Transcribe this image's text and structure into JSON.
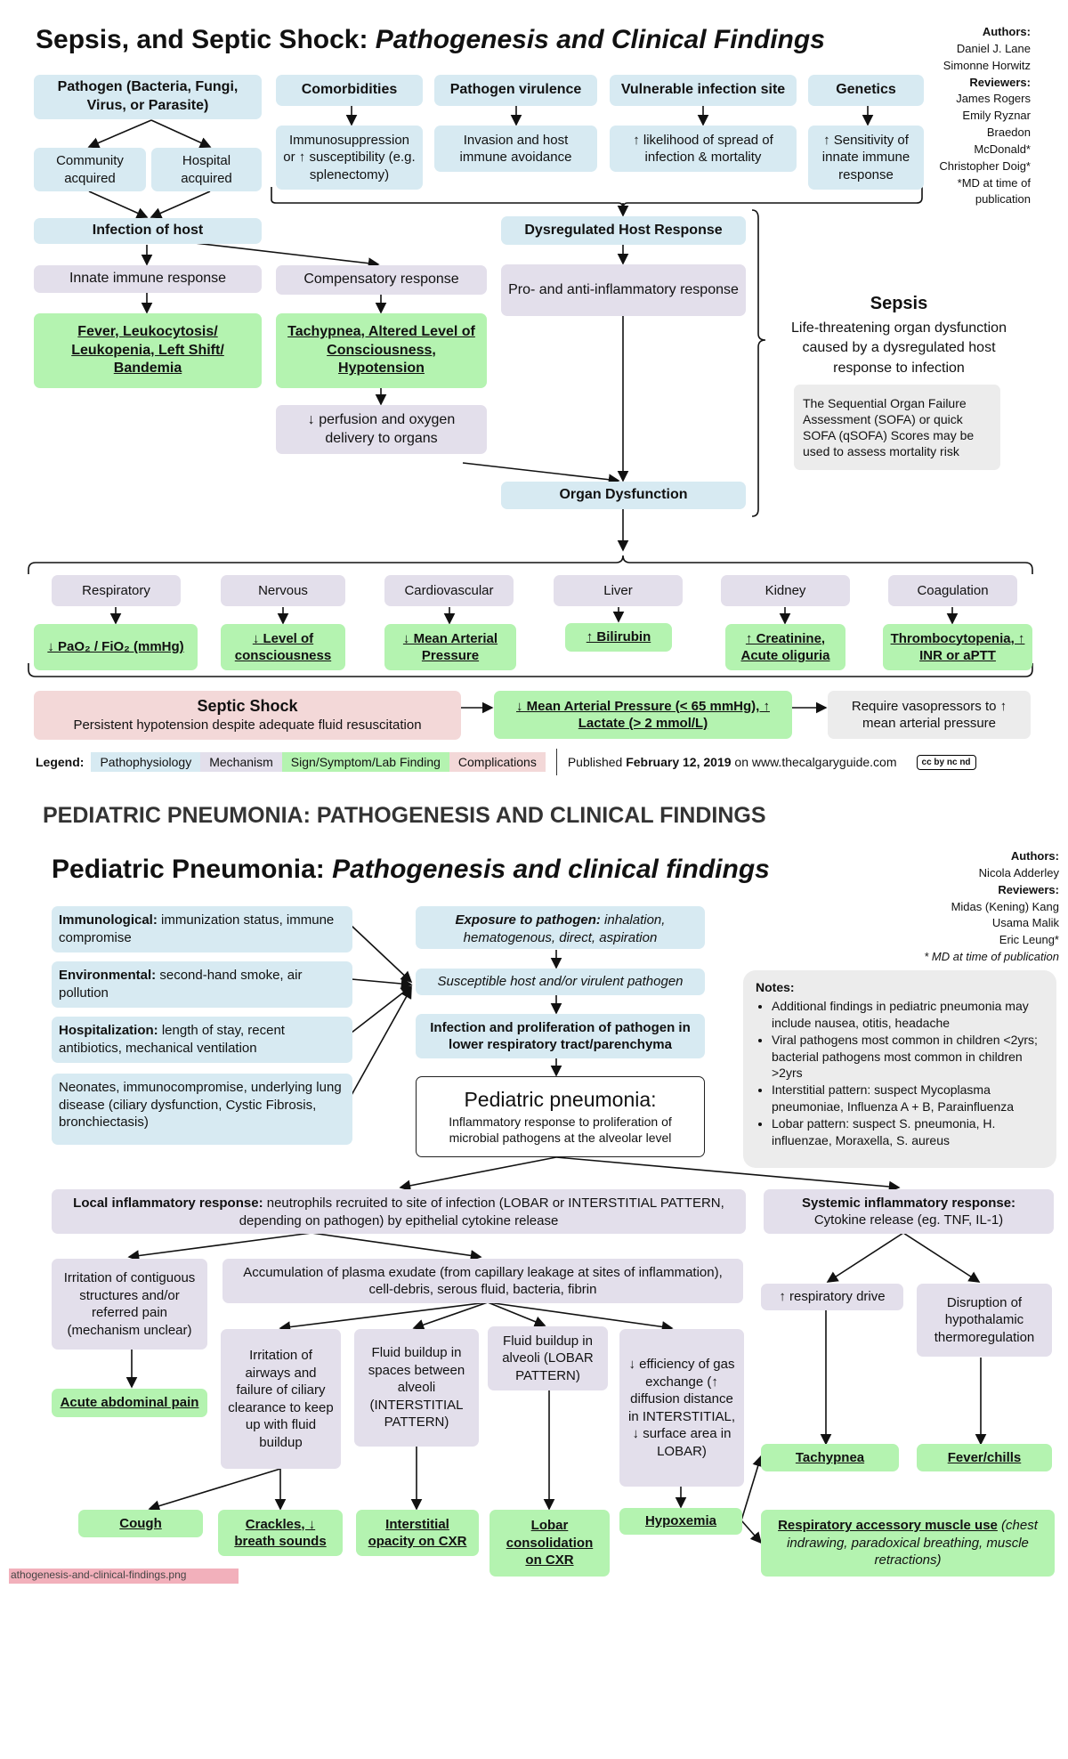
{
  "sepsis": {
    "title_main": "Sepsis, and Septic Shock: ",
    "title_italic": "Pathogenesis and Clinical Findings",
    "credits": {
      "authors_label": "Authors:",
      "authors": [
        "Daniel J. Lane",
        "Simonne Horwitz"
      ],
      "reviewers_label": "Reviewers:",
      "reviewers": [
        "James Rogers",
        "Emily Ryznar",
        "Braedon",
        "McDonald*",
        "Christopher Doig*",
        "*MD at time of",
        "publication"
      ]
    },
    "pathogen": "Pathogen (Bacteria, Fungi, Virus, or Parasite)",
    "community": "Community acquired",
    "hospital": "Hospital acquired",
    "infection_host": "Infection of host",
    "innate": "Innate immune response",
    "fever": "Fever, Leukocytosis/ Leukopenia, Left Shift/ Bandemia",
    "compensatory": "Compensatory response",
    "tachypnea": "Tachypnea, Altered Level of Consciousness, Hypotension",
    "perfusion": "↓ perfusion and oxygen delivery to organs",
    "comorbidities": "Comorbidities",
    "comorbidities_detail": "Immunosuppression or ↑ susceptibility (e.g. splenectomy)",
    "virulence": "Pathogen virulence",
    "virulence_detail": "Invasion and host immune avoidance",
    "vulnerable": "Vulnerable infection site",
    "vulnerable_detail": "↑ likelihood of spread of infection & mortality",
    "genetics": "Genetics",
    "genetics_detail": "↑ Sensitivity of innate immune response",
    "dysregulated": "Dysregulated Host Response",
    "pro_anti": "Pro- and anti-inflammatory response",
    "sepsis_title": "Sepsis",
    "sepsis_def": "Life-threatening organ dysfunction caused by a dysregulated host response to infection",
    "sofa": "The Sequential Organ Failure Assessment (SOFA) or quick SOFA (qSOFA) Scores may be used to assess mortality risk",
    "organ_dysfunction": "Organ Dysfunction",
    "organs": [
      {
        "name": "Respiratory",
        "finding": "↓ PaO₂ / FiO₂ (mmHg)"
      },
      {
        "name": "Nervous",
        "finding": "↓ Level of consciousness"
      },
      {
        "name": "Cardiovascular",
        "finding": "↓ Mean Arterial Pressure"
      },
      {
        "name": "Liver",
        "finding": "↑ Bilirubin"
      },
      {
        "name": "Kidney",
        "finding": "↑ Creatinine, Acute oliguria"
      },
      {
        "name": "Coagulation",
        "finding": "Thrombocytopenia, ↑ INR or aPTT"
      }
    ],
    "septic_shock_title": "Septic Shock",
    "septic_shock_def": "Persistent hypotension despite adequate fluid resuscitation",
    "map_lactate": "↓ Mean Arterial Pressure (< 65 mmHg), ↑ Lactate (> 2 mmol/L)",
    "vasopressors": "Require vasopressors to ↑ mean arterial pressure",
    "legend": {
      "label": "Legend:",
      "items": [
        "Pathophysiology",
        "Mechanism",
        "Sign/Symptom/Lab Finding",
        "Complications"
      ],
      "published_prefix": "Published ",
      "published_date": "February 12, 2019",
      "published_suffix": " on www.thecalgaryguide.com",
      "license": "cc by nc nd"
    },
    "colors": {
      "pathophysiology": "#d7eaf2",
      "mechanism": "#e3dfeb",
      "finding": "#b4f3b0",
      "complication": "#f3d8d8"
    }
  },
  "section_heading": "PEDIATRIC PNEUMONIA: PATHOGENESIS AND CLINICAL FINDINGS",
  "pneumonia": {
    "title_main": "Pediatric Pneumonia: ",
    "title_italic": "Pathogenesis and clinical findings",
    "credits": {
      "authors_label": "Authors:",
      "authors": [
        "Nicola Adderley"
      ],
      "reviewers_label": "Reviewers:",
      "reviewers": [
        "Midas (Kening) Kang",
        "Usama Malik",
        "Eric Leung*",
        "* MD at time of publication"
      ]
    },
    "risk_factors": [
      {
        "label": "Immunological:",
        "text": " immunization status, immune compromise"
      },
      {
        "label": "Environmental:",
        "text": " second-hand smoke, air pollution"
      },
      {
        "label": "Hospitalization:",
        "text": " length of stay, recent antibiotics, mechanical ventilation"
      },
      {
        "label": "",
        "text": "Neonates, immunocompromise, underlying lung disease (ciliary dysfunction, Cystic Fibrosis, bronchiectasis)"
      }
    ],
    "exposure_label": "Exposure to pathogen:",
    "exposure_text": " inhalation, hematogenous, direct, aspiration",
    "susceptible": "Susceptible host and/or virulent pathogen",
    "infection": "Infection and proliferation of pathogen in lower respiratory tract/parenchyma",
    "central_title": "Pediatric pneumonia:",
    "central_def": "Inflammatory response to proliferation of microbial pathogens at the alveolar level",
    "notes_title": "Notes:",
    "notes": [
      "Additional findings in pediatric pneumonia may include nausea, otitis, headache",
      "Viral pathogens most common in children <2yrs; bacterial pathogens most common in children >2yrs",
      "Interstitial pattern: suspect Mycoplasma pneumoniae, Influenza A + B, Parainfluenza",
      "Lobar pattern: suspect S. pneumonia, H. influenzae, Moraxella, S. aureus"
    ],
    "local_label": "Local inflammatory response:",
    "local_text": " neutrophils recruited to site of infection (LOBAR or INTERSTITIAL PATTERN, depending on pathogen) by epithelial cytokine release",
    "systemic_label": "Systemic inflammatory response:",
    "systemic_text": "Cytokine release (eg. TNF, IL-1)",
    "irritation_contig": "Irritation of contiguous structures and/or referred pain (mechanism unclear)",
    "accumulation": "Accumulation of plasma exudate (from capillary leakage at sites of inflammation), cell-debris, serous fluid, bacteria, fibrin",
    "resp_drive": "↑ respiratory drive",
    "thermo": "Disruption of hypothalamic thermoregulation",
    "irritation_airways": "Irritation of airways and failure of ciliary clearance to keep up with fluid buildup",
    "fluid_spaces": "Fluid buildup in spaces between alveoli (INTERSTITIAL PATTERN)",
    "fluid_alveoli": "Fluid buildup in alveoli (LOBAR PATTERN)",
    "gas_exchange": "↓ efficiency of gas exchange (↑ diffusion distance in INTERSTITIAL, ↓ surface area in LOBAR)",
    "abdominal": "Acute abdominal pain",
    "tachypnea": "Tachypnea",
    "fever": "Fever/chills",
    "cough": "Cough",
    "crackles": "Crackles, ↓ breath sounds",
    "interstitial_opacity": "Interstitial opacity on CXR",
    "lobar": "Lobar consolidation on CXR",
    "hypoxemia": "Hypoxemia",
    "accessory_label": "Respiratory accessory muscle use",
    "accessory_text": " (chest indrawing, paradoxical breathing, muscle retractions)",
    "filename": "athogenesis-and-clinical-findings.png"
  }
}
